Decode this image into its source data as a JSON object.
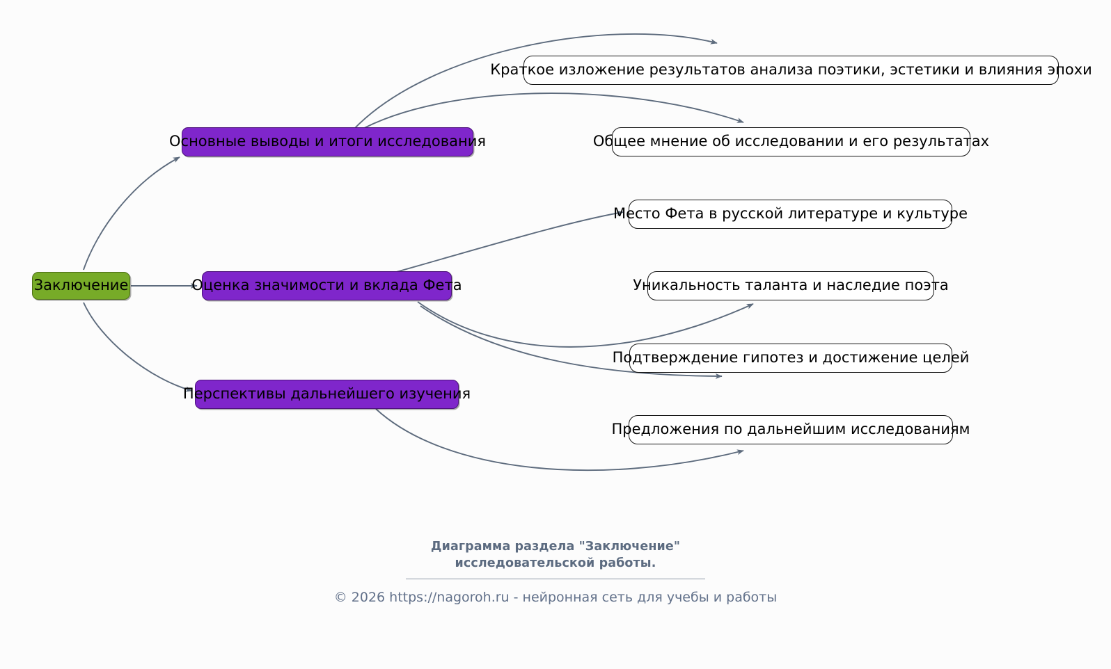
{
  "diagram": {
    "background": "#fcfcfc",
    "edge_color": "#5d6b7d",
    "root": {
      "label": "Заключение",
      "fill": "#77ab28",
      "stroke": "#4e7016"
    },
    "branch_fill": "#7f26cb",
    "branch_stroke": "#4b1179",
    "leaf_fill": "#ffffff",
    "leaf_stroke": "#141414",
    "branches": [
      {
        "label": "Основные выводы и итоги исследования",
        "children": [
          "Краткое изложение результатов анализа поэтики, эстетики и влияния эпохи",
          "Общее мнение об исследовании и его результатах"
        ]
      },
      {
        "label": "Оценка значимости и вклада Фета",
        "children": [
          "Место Фета в русской литературе и культуре",
          "Уникальность таланта и наследие поэта"
        ]
      },
      {
        "label": "Перспективы дальнейшего изучения",
        "children": [
          "Подтверждение гипотез и достижение целей",
          "Предложения по дальнейшим исследованиям"
        ]
      }
    ]
  },
  "footer": {
    "title_line1": "Диаграмма раздела \"Заключение\"",
    "title_line2": "исследовательской работы.",
    "copyright": "© 2026 https://nagoroh.ru - нейронная сеть для учебы и работы"
  }
}
